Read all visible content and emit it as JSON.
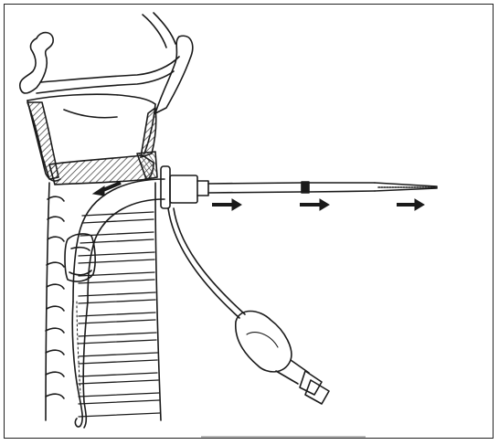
{
  "figure": {
    "type": "line-drawing",
    "subject": "tracheostomy-tube-exchange-over-guide-wire",
    "labels": []
  },
  "colors": {
    "ink": "#1a1a1a",
    "paper": "#ffffff",
    "hatch": "#333333"
  },
  "arrows": [
    {
      "name": "arrow-tube-into-trachea",
      "direction": "left-down"
    },
    {
      "name": "arrow-withdraw-1",
      "direction": "right"
    },
    {
      "name": "arrow-withdraw-2",
      "direction": "right"
    },
    {
      "name": "arrow-withdraw-3",
      "direction": "right"
    }
  ]
}
